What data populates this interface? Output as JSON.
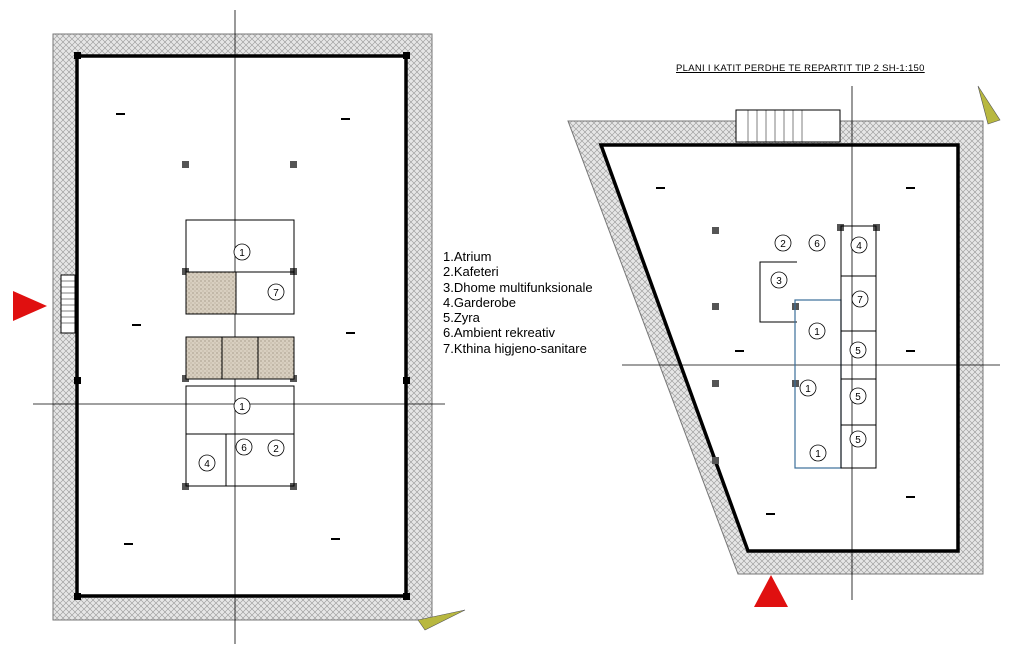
{
  "plan_title": "PLANI I KATIT PERDHE TE REPARTIT TIP 2  SH-1:150",
  "legend": [
    "1.Atrium",
    "2.Kafeteri",
    "3.Dhome multifunksionale",
    "4.Garderobe",
    "5.Zyra",
    "6.Ambient rekreativ",
    "7.Kthina higjeno-sanitare"
  ],
  "room_numbers": {
    "left_plan": [
      "1",
      "7",
      "1",
      "4",
      "6",
      "2"
    ],
    "right_plan": [
      "2",
      "6",
      "4",
      "3",
      "7",
      "1",
      "5",
      "1",
      "5",
      "1",
      "5"
    ]
  },
  "colors": {
    "lines": "#000000",
    "hatch_fill": "#d9d9d9",
    "section_marker": "#e01010",
    "north_arrow": "#b8b840",
    "partition_blue": "#3b6e9a"
  },
  "icons": [
    "section-arrow-icon",
    "north-arrow-icon"
  ]
}
